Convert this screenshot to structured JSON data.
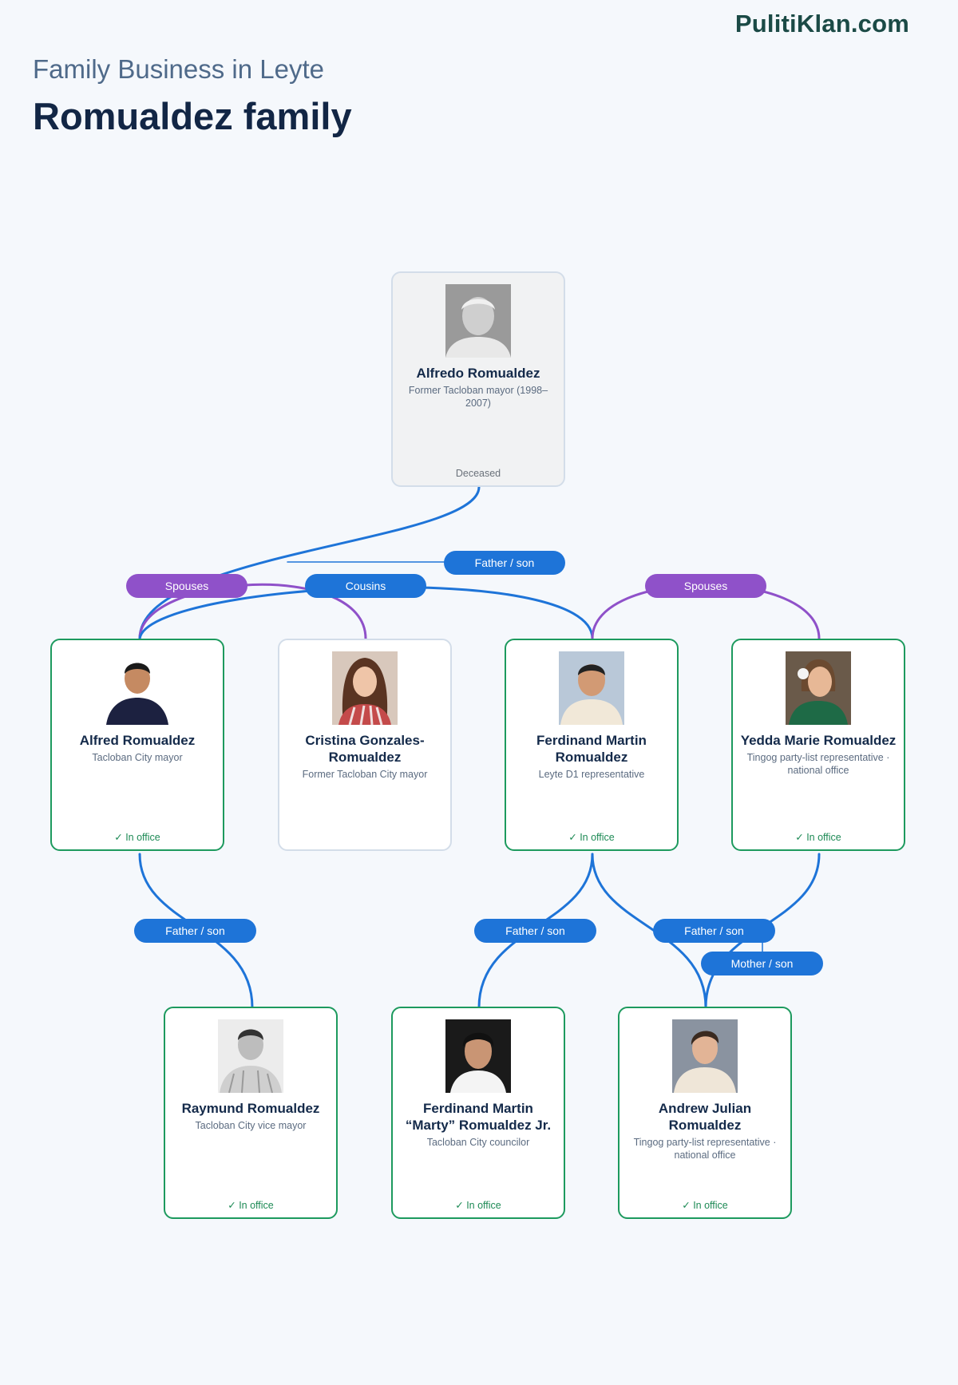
{
  "site": {
    "brand": "PulitiKlan.com"
  },
  "header": {
    "subtitle": "Family Business in Leyte",
    "title": "Romualdez family"
  },
  "colors": {
    "in_office_border": "#1d9a5e",
    "neutral_border": "#d3dde9",
    "blood_link": "#1e74d8",
    "marriage_link": "#8f51c9",
    "title": "#122645",
    "brand": "#1b4a46"
  },
  "people": {
    "alfredo": {
      "name": "Alfredo Romualdez",
      "role": "Former Tacloban mayor (1998–2007)",
      "status": "Deceased"
    },
    "alfred": {
      "name": "Alfred Romualdez",
      "role": "Tacloban City mayor",
      "status": "✓ In office"
    },
    "cristina": {
      "name": "Cristina Gonzales-Romualdez",
      "role": "Former Tacloban City mayor",
      "status": ""
    },
    "ferdinand": {
      "name": "Ferdinand Martin Romualdez",
      "role": "Leyte D1 representative",
      "status": "✓ In office"
    },
    "yedda": {
      "name": "Yedda Marie Romualdez",
      "role": "Tingog party-list representative · national office",
      "status": "✓ In office"
    },
    "raymund": {
      "name": "Raymund Romualdez",
      "role": "Tacloban City vice mayor",
      "status": "✓ In office"
    },
    "marty": {
      "name": "Ferdinand Martin “Marty” Romualdez Jr.",
      "role": "Tacloban City councilor",
      "status": "✓ In office"
    },
    "andrew": {
      "name": "Andrew Julian Romualdez",
      "role": "Tingog party-list representative · national office",
      "status": "✓ In office"
    }
  },
  "relations": {
    "alfredo_ferdinand": "Father / son",
    "alfred_cristina": "Spouses",
    "alfred_ferdinand": "Cousins",
    "ferdinand_yedda": "Spouses",
    "alfred_raymund": "Father / son",
    "ferdinand_marty": "Father / son",
    "ferdinand_andrew": "Father / son",
    "yedda_andrew": "Mother / son"
  }
}
